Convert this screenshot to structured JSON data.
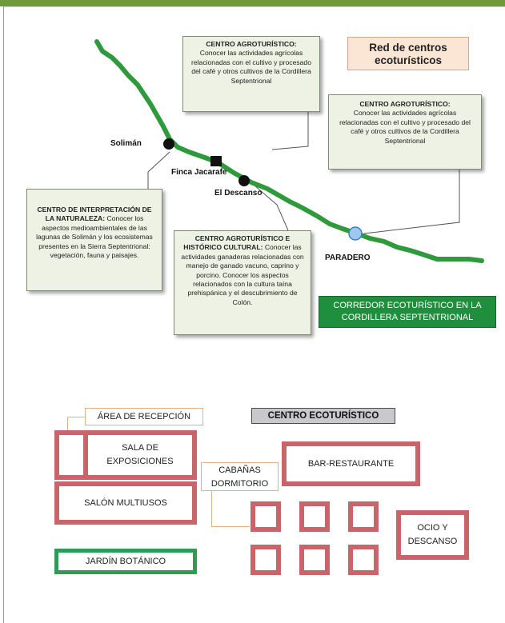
{
  "map": {
    "title": "Red de centros ecoturísticos",
    "corridor_label": "CORREDOR ECOTURÍSTICO EN LA CORDILLERA SEPTENTRIONAL",
    "places": {
      "soliman": "Solimán",
      "finca": "Finca Jacarafe",
      "descanso": "El Descanso",
      "paradero": "PARADERO"
    },
    "boxes": {
      "agro1_title": "CENTRO AGROTURÍSTICO:",
      "agro1_text": "Conocer las actividades agrícolas relacionadas con el cultivo y procesado del café y otros cultivos de la Cordillera Septentrional",
      "agro2_title": "CENTRO AGROTURÍSTICO:",
      "agro2_text": "Conocer las actividades agrícolas relacionadas con el cultivo y procesado del café y otros cultivos de la Cordillera Septentrional",
      "interp_title": "CENTRO DE INTERPRETACIÓN DE LA NATURALEZA:",
      "interp_text": "Conocer los aspectos medioambientales de las lagunas de Solimán y los ecosistemas presentes en la Sierra Septentrional: vegetación, fauna y paisajes.",
      "hist_title": "CENTRO AGROTURÍSTICO E HISTÓRICO CULTURAL:",
      "hist_text": "Conocer las actividades ganaderas relacionadas con manejo de ganado vacuno, caprino y porcino. Conocer los aspectos relacionados con la cultura taína prehispánica y el descubrimiento de Colón."
    }
  },
  "plan": {
    "title": "CENTRO ECOTURÍSTICO",
    "recepcion": "ÁREA DE RECEPCIÓN",
    "sala": "SALA DE EXPOSICIONES",
    "salon": "SALÓN MULTIUSOS",
    "jardin": "JARDÍN BOTÁNICO",
    "cabanas": "CABAÑAS DORMITORIO",
    "bar": "BAR-RESTAURANTE",
    "ocio": "OCIO Y DESCANSO"
  },
  "colors": {
    "route": "#2e9a3c",
    "room_border": "#c8646a",
    "garden_border": "#2f9b55",
    "corridor_fill": "#1f8f3e",
    "title_fill": "#fbe6d6"
  }
}
